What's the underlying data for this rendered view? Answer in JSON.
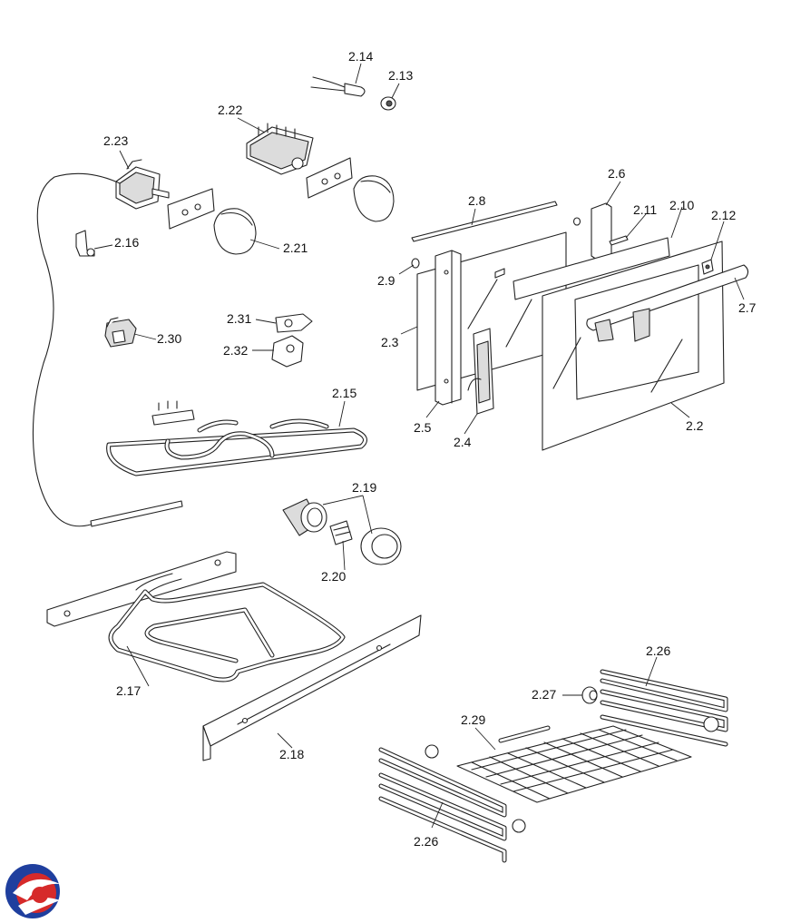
{
  "parts": {
    "p2_2": "2.2",
    "p2_3": "2.3",
    "p2_4": "2.4",
    "p2_5": "2.5",
    "p2_6": "2.6",
    "p2_7": "2.7",
    "p2_8": "2.8",
    "p2_9": "2.9",
    "p2_10": "2.10",
    "p2_11": "2.11",
    "p2_12": "2.12",
    "p2_13": "2.13",
    "p2_14": "2.14",
    "p2_15": "2.15",
    "p2_16": "2.16",
    "p2_17": "2.17",
    "p2_18": "2.18",
    "p2_19": "2.19",
    "p2_20": "2.20",
    "p2_21": "2.21",
    "p2_22": "2.22",
    "p2_23": "2.23",
    "p2_26a": "2.26",
    "p2_26b": "2.26",
    "p2_27": "2.27",
    "p2_29": "2.29",
    "p2_30": "2.30",
    "p2_31": "2.31",
    "p2_32": "2.32"
  },
  "logo": {
    "icon": "brand-logo-icon",
    "colors": {
      "blue": "#1f3f9e",
      "red": "#d62a2a",
      "white": "#ffffff"
    }
  }
}
